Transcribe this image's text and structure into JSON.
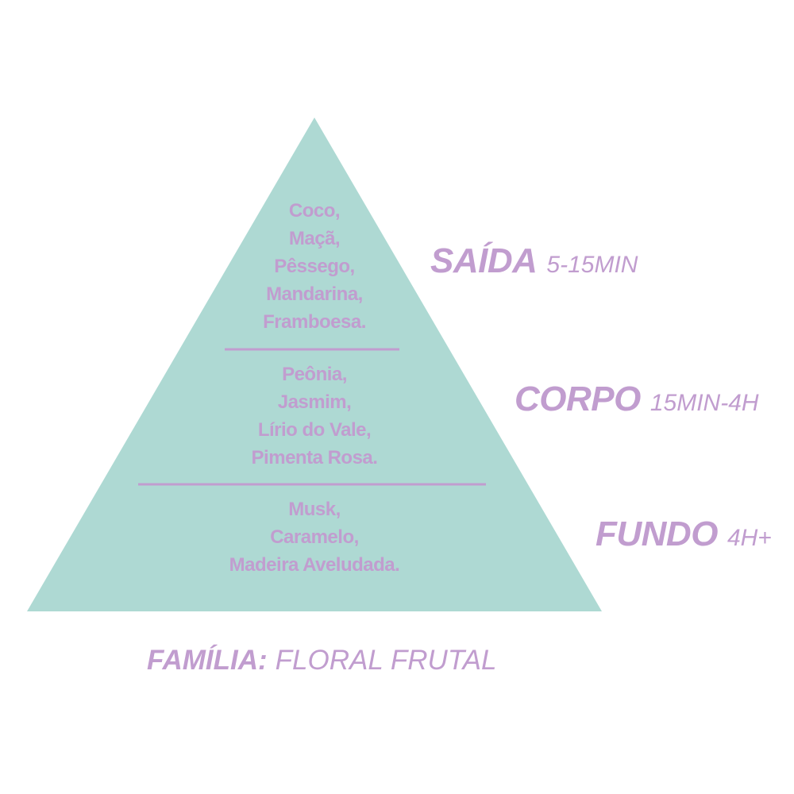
{
  "colors": {
    "pyramid_fill": "#aed9d3",
    "accent": "#c19dcf",
    "divider": "#c19dcf"
  },
  "tiers": [
    {
      "name": "SAÍDA",
      "duration": "5-15MIN",
      "notes": [
        "Coco,",
        "Maçã,",
        "Pêssego,",
        "Mandarina,",
        "Framboesa."
      ]
    },
    {
      "name": "CORPO",
      "duration": "15MIN-4H",
      "notes": [
        "Peônia,",
        "Jasmim,",
        "Lírio do Vale,",
        "Pimenta Rosa."
      ]
    },
    {
      "name": "FUNDO",
      "duration": "4H+",
      "notes": [
        "Musk,",
        "Caramelo,",
        "Madeira Aveludada."
      ]
    }
  ],
  "family": {
    "label": "FAMÍLIA:",
    "value": "FLORAL FRUTAL"
  }
}
